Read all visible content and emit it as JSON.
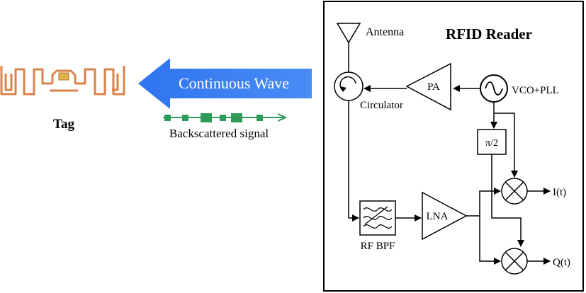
{
  "tag": {
    "label": "Tag"
  },
  "wave": {
    "label": "Continuous Wave",
    "color": "#3d7ff2"
  },
  "backscatter": {
    "label": "Backscattered signal",
    "color": "#2e9a5a"
  },
  "reader": {
    "title": "RFID Reader",
    "antenna": "Antenna",
    "circulator": "Circulator",
    "pa": "PA",
    "oscillator": "VCO+PLL",
    "phase_shifter": "π/2",
    "bpf": "RF BPF",
    "lna": "LNA",
    "i_out": "I(t)",
    "q_out": "Q(t)"
  },
  "colors": {
    "tag_antenna": "#d9824a",
    "tag_chip": "#e0b24d",
    "line": "#000000"
  }
}
